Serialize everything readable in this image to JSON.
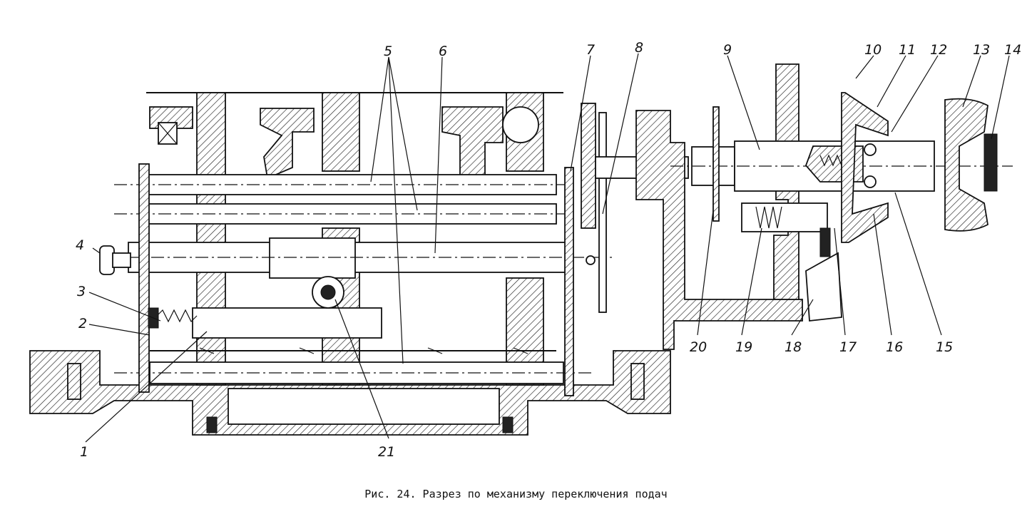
{
  "caption": "Рис. 24. Разрез по механизму переключения подач",
  "labels": [
    "1",
    "2",
    "3",
    "4",
    "5",
    "6",
    "7",
    "8",
    "9",
    "10",
    "11",
    "12",
    "13",
    "14",
    "15",
    "16",
    "17",
    "18",
    "19",
    "20",
    "21"
  ],
  "colors": {
    "ink": "#111111",
    "paper": "#ffffff"
  }
}
